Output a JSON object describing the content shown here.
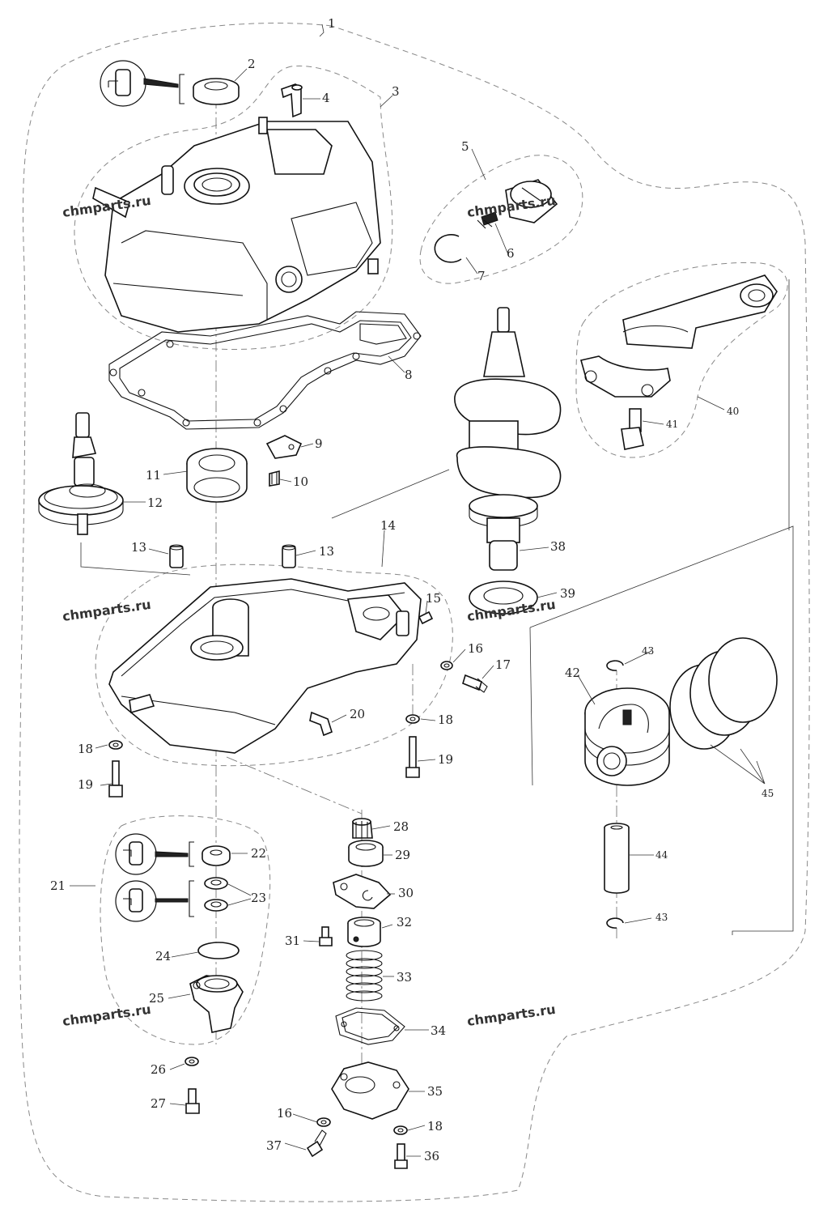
{
  "callouts": {
    "c1": "1",
    "c2": "2",
    "c3": "3",
    "c4": "4",
    "c5": "5",
    "c6": "6",
    "c7": "7",
    "c8": "8",
    "c9": "9",
    "c10": "10",
    "c11": "11",
    "c12": "12",
    "c13a": "13",
    "c13b": "13",
    "c14": "14",
    "c15": "15",
    "c16a": "16",
    "c16b": "16",
    "c17": "17",
    "c18a": "18",
    "c18b": "18",
    "c18c": "18",
    "c19a": "19",
    "c19b": "19",
    "c20": "20",
    "c21": "21",
    "c22": "22",
    "c23": "23",
    "c24": "24",
    "c25": "25",
    "c26": "26",
    "c27": "27",
    "c28": "28",
    "c29": "29",
    "c30": "30",
    "c31": "31",
    "c32": "32",
    "c33": "33",
    "c34": "34",
    "c35": "35",
    "c36": "36",
    "c37": "37",
    "c38": "38",
    "c39": "39",
    "c40": "40",
    "c41": "41",
    "c42": "42",
    "c43a": "43",
    "c43b": "43",
    "c44": "44",
    "c45": "45"
  },
  "watermarks": {
    "w1": "chmparts.ru",
    "w2": "chmparts.ru",
    "w3": "chmparts.ru",
    "w4": "chmparts.ru",
    "w5": "chmparts.ru",
    "w6": "chmparts.ru"
  },
  "icons": {
    "grease": "grease-applicator-icon"
  },
  "colors": {
    "line": "#111111",
    "boundary": "#888888",
    "background": "#ffffff"
  }
}
